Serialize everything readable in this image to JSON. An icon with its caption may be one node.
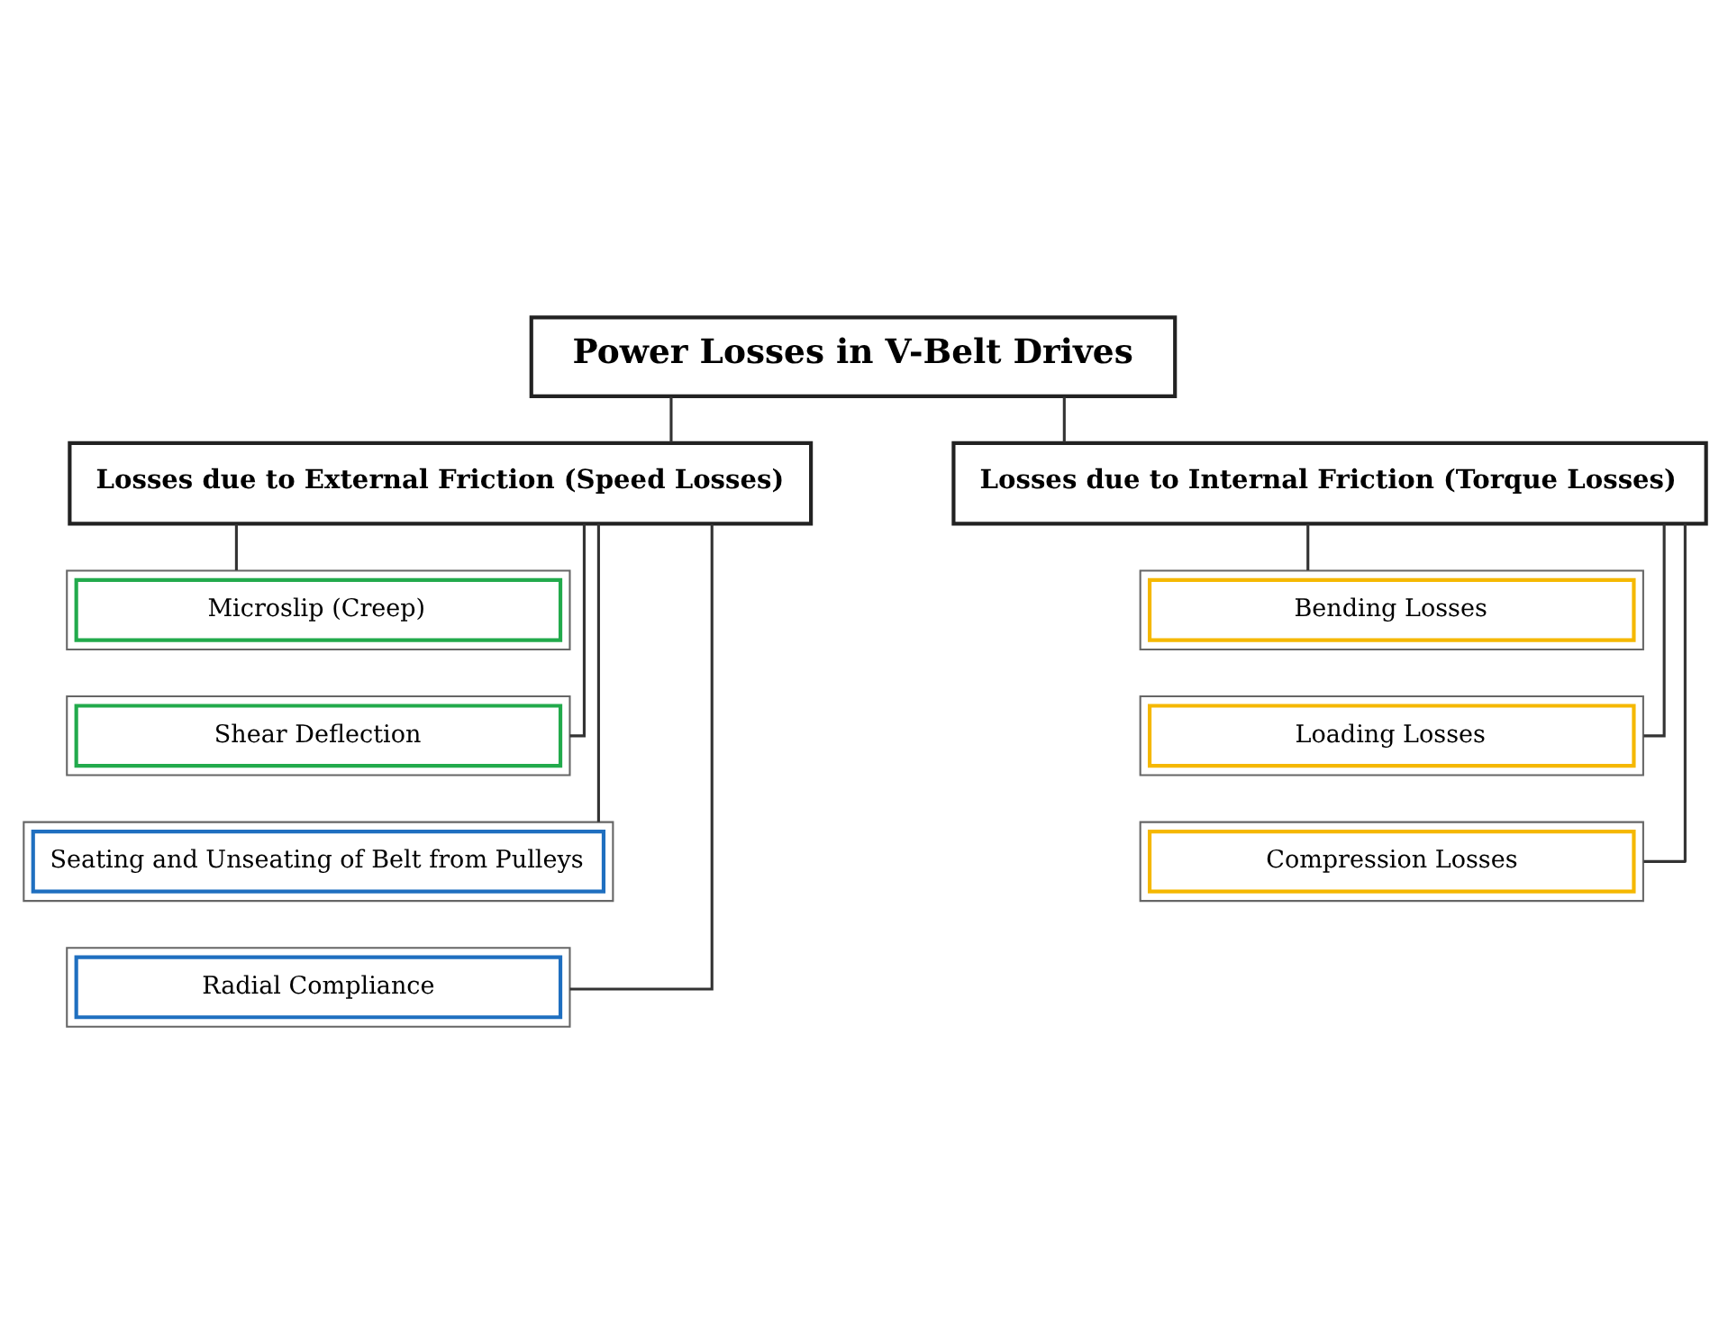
{
  "diagram": {
    "nodes": [
      {
        "text": [
          "Power Losses in V-Belt Drives"
        ]
      },
      {
        "text": [
          "Losses due to External Friction (Speed Losses)"
        ]
      },
      {
        "text": [
          "Losses due to Internal Friction (Torque Losses)"
        ]
      },
      {
        "text": [
          "Microslip (Creep)"
        ]
      },
      {
        "text": [
          "Shear Deflection"
        ]
      },
      {
        "text": [
          "Seating and Unseating of Belt from Pulleys"
        ]
      },
      {
        "text": [
          "Radial Compliance"
        ]
      },
      {
        "text": [
          "Bending Losses"
        ]
      },
      {
        "text": [
          "Loading Losses"
        ]
      },
      {
        "text": [
          "Compression Losses"
        ]
      }
    ],
    "edges": [
      {
        "from": 0,
        "to": 1,
        "arrow": "none"
      },
      {
        "from": 0,
        "to": 2,
        "arrow": "none"
      },
      {
        "from": 1,
        "to": 3,
        "arrow": "none"
      },
      {
        "from": 1,
        "to": 4,
        "arrow": "none"
      },
      {
        "from": 1,
        "to": 5,
        "arrow": "none"
      },
      {
        "from": 1,
        "to": 6,
        "arrow": "none"
      },
      {
        "from": 2,
        "to": 7,
        "arrow": "none"
      },
      {
        "from": 2,
        "to": 8,
        "arrow": "none"
      },
      {
        "from": 2,
        "to": 9,
        "arrow": "none"
      }
    ]
  }
}
